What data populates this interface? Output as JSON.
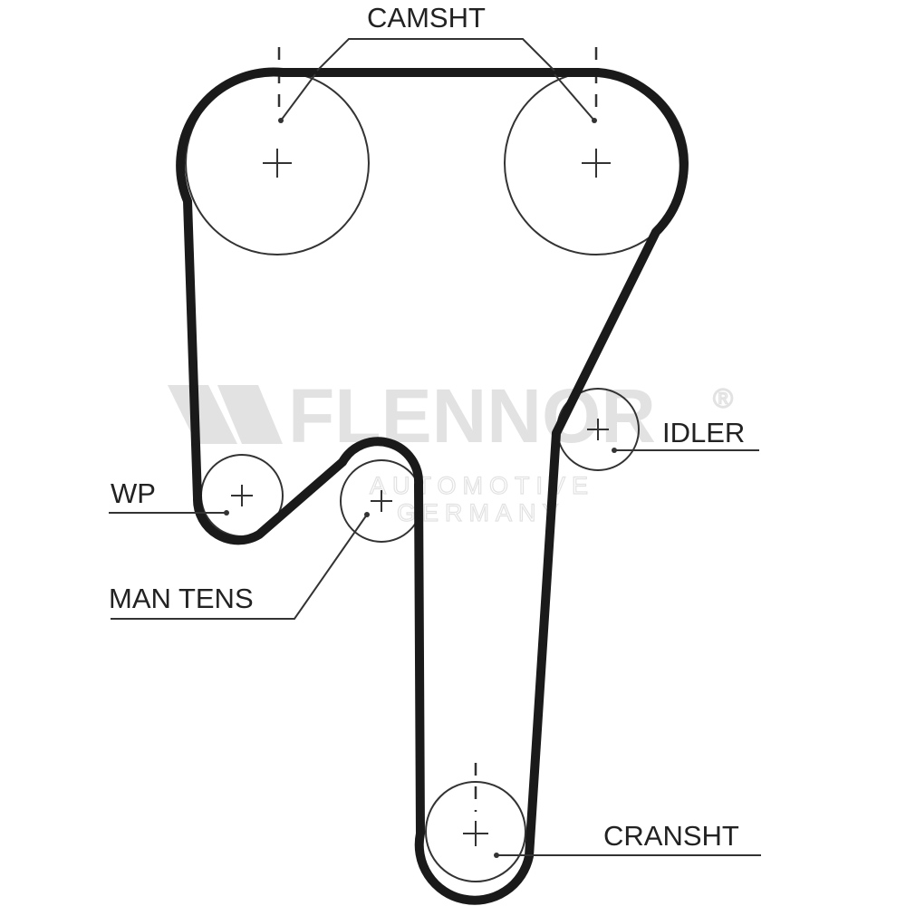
{
  "diagram": {
    "labels": {
      "camshaft": "CAMSHT",
      "idler": "IDLER",
      "water_pump": "WP",
      "manual_tensioner": "MAN TENS",
      "crankshaft": "CRANSHT"
    },
    "watermark": {
      "brand": "FLENNOR",
      "line1": "AUTOMOTIVE",
      "line2": "GERMANY",
      "registered": "®"
    },
    "colors": {
      "belt": "#1a1a1a",
      "lines": "#333333",
      "watermark": "#e2e2e2"
    }
  }
}
